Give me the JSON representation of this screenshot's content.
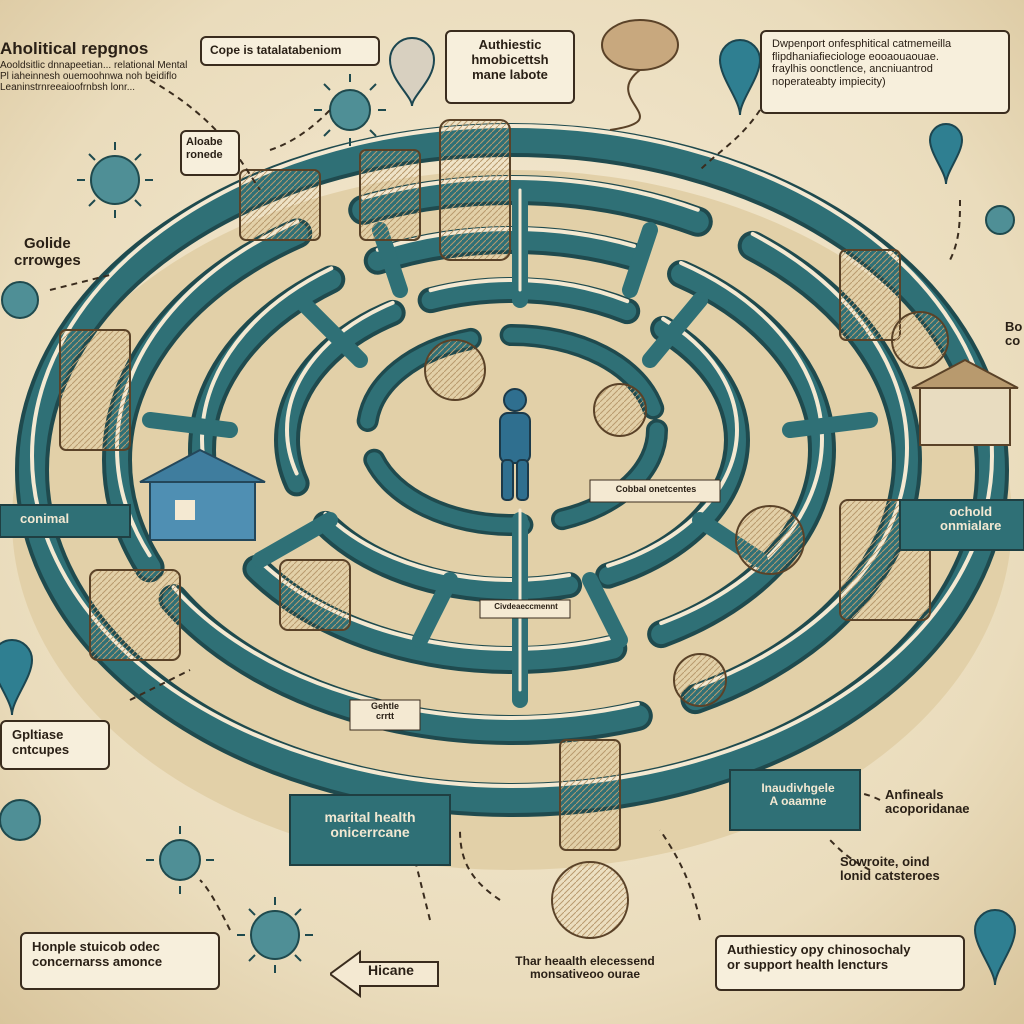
{
  "labels": {
    "top_left": "Aholitical repgnos",
    "top_left_sub": "Aooldsitlic dnnapeetian... relational Mental\nPl iaheinnesh ouemoohnwa noh beidiflo\nLeaninstrnreeaioofrnbsh lonr...",
    "top_center_small": "Cope is tatalatabeniom",
    "top_center_box": "Authiestic\nhmobicettsh\nmane labote",
    "top_right_box": "Dwpenport onfesphitical catmemeilla\nflipdhaniafieciologe eooaouaouae.\nfraylhis oonctlence, ancniuantrod\nnoperateabty impiecity)",
    "left_mid": "Golide\ncrrowges",
    "upper_left_tag": "Aloabe\nronede",
    "left_banner": "conimal",
    "right_banner": "ochold\nonmialare",
    "right_edge": "Bo\nco",
    "lower_left_box": "Gpltiase\ncntcupes",
    "center_bottom_banner": "marital health\nonicerrcane",
    "center_right_banner": "Inaudivhgele\nA oaamne",
    "right_lower": "Anfineals\nacoporidanae",
    "right_lower2": "Sowroite, oind\nlonid catsteroes",
    "bottom_left_box": "Honple stuicob odec\nconcernarss amonce",
    "bottom_arrow": "Hicane",
    "bottom_center": "Thar heaalth elecessend\nmonsativeoo ourae",
    "bottom_right_box": "Authiesticy opy chinosochaly\nor support health lencturs",
    "sign_center": "Cobbal onetcentes",
    "sign_lower": "Civdeaeccmennt",
    "small_sign": "Gehtle\ncrrtt"
  },
  "colors": {
    "teal": "#2f7076",
    "teal_dark": "#1f4a4e",
    "cream": "#f4e9d2",
    "sepia": "#8a6a46",
    "ink": "#2a2016"
  },
  "icons": [
    "person-icon",
    "virus-icon",
    "map-pin-icon",
    "house-icon",
    "brain-icon",
    "arrow-left-icon"
  ]
}
